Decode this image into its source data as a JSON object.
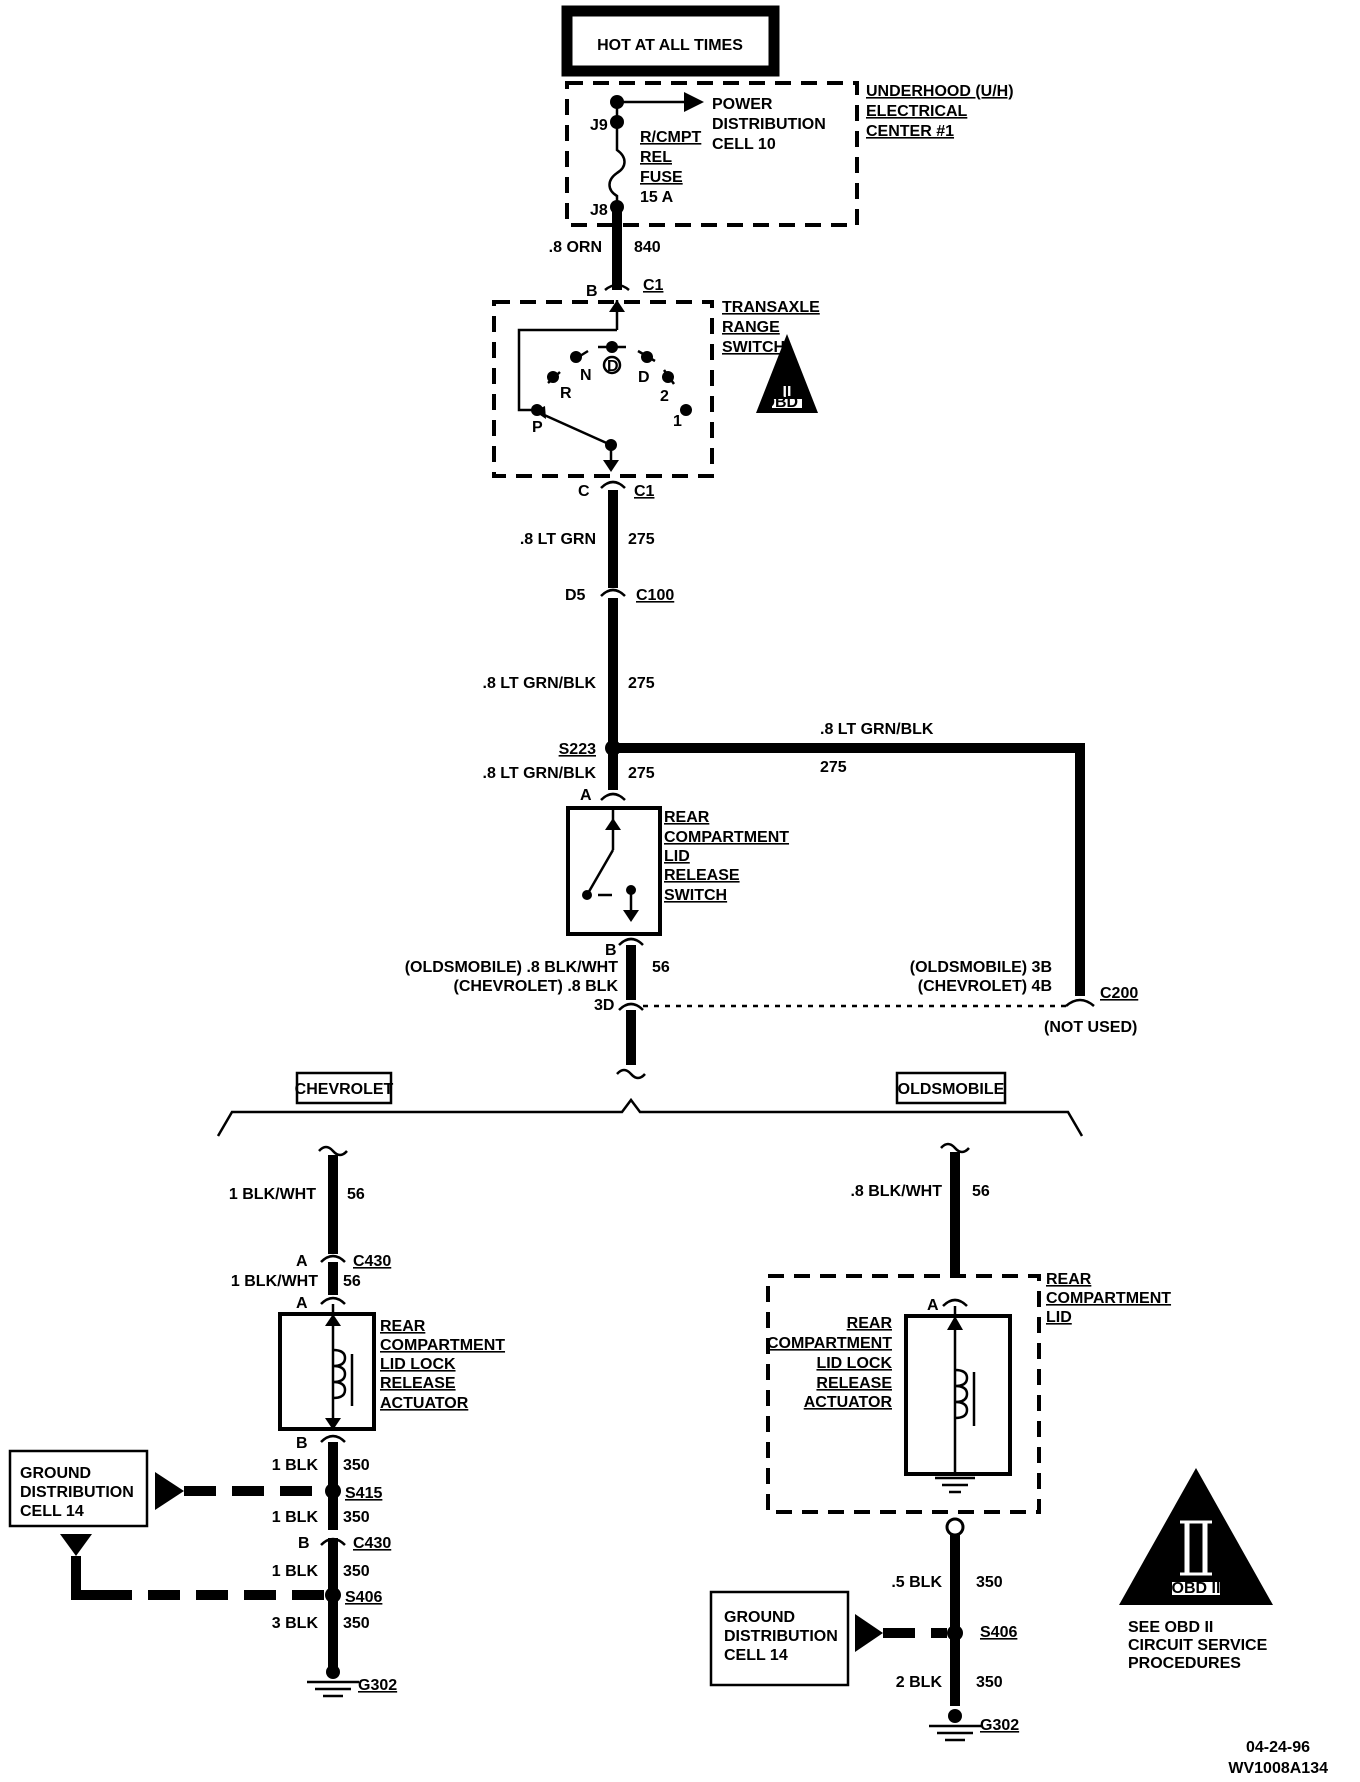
{
  "power": {
    "hot_label": "HOT AT ALL TIMES",
    "center_lines": [
      "UNDERHOOD (U/H)",
      "ELECTRICAL",
      "CENTER #1"
    ],
    "pdc_lines": [
      "POWER",
      "DISTRIBUTION",
      "CELL 10"
    ],
    "j9": "J9",
    "j8": "J8",
    "fuse_lines": [
      "R/CMPT",
      "REL",
      "FUSE",
      "15 A"
    ],
    "wire_color": ".8 ORN",
    "wire_circuit": "840"
  },
  "trs": {
    "pin_b": "B",
    "pin_c": "C",
    "conn": "C1",
    "title_lines": [
      "TRANSAXLE",
      "RANGE",
      "SWITCH"
    ],
    "positions": [
      "P",
      "R",
      "N",
      "D",
      "D",
      "2",
      "1"
    ],
    "obd_badge": "II",
    "obd_small": "OBD II"
  },
  "mid": {
    "w1_color": ".8 LT GRN",
    "w1_circuit": "275",
    "c100_pin": "D5",
    "c100": "C100",
    "w2_color": ".8 LT GRN/BLK",
    "w2_circuit": "275",
    "splice": "S223",
    "w3_color": ".8 LT GRN/BLK",
    "w3_circuit": "275",
    "branch_color": ".8 LT GRN/BLK",
    "branch_circuit": "275"
  },
  "release_switch": {
    "pin_a": "A",
    "pin_b": "B",
    "title_lines": [
      "REAR",
      "COMPARTMENT",
      "LID",
      "RELEASE",
      "SWITCH"
    ],
    "out_olds": "(OLDSMOBILE) .8 BLK/WHT",
    "out_chev": "(CHEVROLET) .8 BLK",
    "out_circuit": "56",
    "c200_pin": "3D"
  },
  "c200": {
    "olds_pin": "(OLDSMOBILE) 3B",
    "chev_pin": "(CHEVROLET) 4B",
    "name": "C200",
    "note": "(NOT USED)"
  },
  "chevrolet": {
    "label": "CHEVROLET",
    "w1_color": "1 BLK/WHT",
    "w1_circuit": "56",
    "pin_a": "A",
    "conn": "C430",
    "w2_color": "1 BLK/WHT",
    "w2_circuit": "56",
    "act_pin_a": "A",
    "actuator_lines": [
      "REAR",
      "COMPARTMENT",
      "LID LOCK",
      "RELEASE",
      "ACTUATOR"
    ],
    "act_pin_b": "B",
    "w3_color": "1 BLK",
    "w3_circuit": "350",
    "splice1": "S415",
    "w4_color": "1 BLK",
    "w4_circuit": "350",
    "pin_b": "B",
    "conn2": "C430",
    "w5_color": "1 BLK",
    "w5_circuit": "350",
    "splice2": "S406",
    "w6_color": "3 BLK",
    "w6_circuit": "350",
    "ground": "G302",
    "gd_lines": [
      "GROUND",
      "DISTRIBUTION",
      "CELL 14"
    ]
  },
  "oldsmobile": {
    "label": "OLDSMOBILE",
    "w1_color": ".8 BLK/WHT",
    "w1_circuit": "56",
    "lid_lines": [
      "REAR",
      "COMPARTMENT",
      "LID"
    ],
    "pin_a": "A",
    "actuator_lines": [
      "REAR",
      "COMPARTMENT",
      "LID LOCK",
      "RELEASE",
      "ACTUATOR"
    ],
    "w2_color": ".5 BLK",
    "w2_circuit": "350",
    "splice": "S406",
    "w3_color": "2 BLK",
    "w3_circuit": "350",
    "ground": "G302",
    "gd_lines": [
      "GROUND",
      "DISTRIBUTION",
      "CELL 14"
    ]
  },
  "obd_note": {
    "badge": "II",
    "small": "OBD II",
    "lines": [
      "SEE OBD II",
      "CIRCUIT SERVICE",
      "PROCEDURES"
    ]
  },
  "footer": {
    "date": "04-24-96",
    "code": "WV1008A134"
  }
}
